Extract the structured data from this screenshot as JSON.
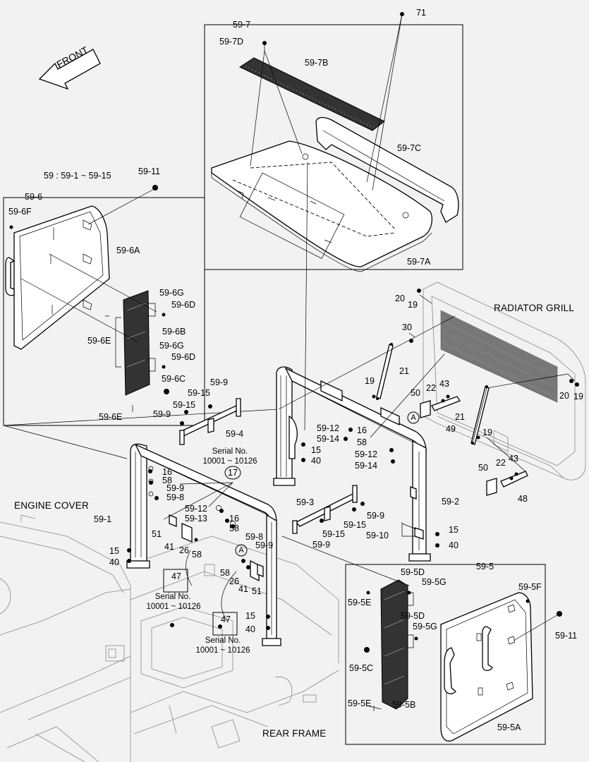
{
  "labels": {
    "front": "FRONT",
    "radiator_grill": "RADIATOR GRILL",
    "engine_cover": "ENGINE COVER",
    "rear_frame": "REAR FRAME",
    "group_note": "59 : 59-1 ~ 59-15",
    "serial_title": "Serial No.",
    "serial_range": "10001 ~ 10126",
    "callout_17": "17",
    "callout_47": "47",
    "callout_A": "A"
  },
  "parts": {
    "p71": "71",
    "p59_7": "59-7",
    "p59_7D": "59-7D",
    "p59_7B": "59-7B",
    "p59_7C": "59-7C",
    "p59_7A": "59-7A",
    "p59_11": "59-11",
    "p59_6": "59-6",
    "p59_6F": "59-6F",
    "p59_6A": "59-6A",
    "p59_6G": "59-6G",
    "p59_6D": "59-6D",
    "p59_6B": "59-6B",
    "p59_6E": "59-6E",
    "p59_6C": "59-6C",
    "p20": "20",
    "p19": "19",
    "p30": "30",
    "p21": "21",
    "p50": "50",
    "p22": "22",
    "p43": "43",
    "p49": "49",
    "p48": "48",
    "p59_9": "59-9",
    "p59_15": "59-15",
    "p59_4": "59-4",
    "p59_12": "59-12",
    "p59_14": "59-14",
    "p16": "16",
    "p58": "58",
    "p15": "15",
    "p40": "40",
    "p59_8": "59-8",
    "p59_13": "59-13",
    "p59_1": "59-1",
    "p51": "51",
    "p41": "41",
    "p26": "26",
    "p59_3": "59-3",
    "p59_2": "59-2",
    "p59_10": "59-10",
    "p59_5": "59-5",
    "p59_5D": "59-5D",
    "p59_5G": "59-5G",
    "p59_5F": "59-5F",
    "p59_5E": "59-5E",
    "p59_5C": "59-5C",
    "p59_5B": "59-5B",
    "p59_5A": "59-5A"
  }
}
